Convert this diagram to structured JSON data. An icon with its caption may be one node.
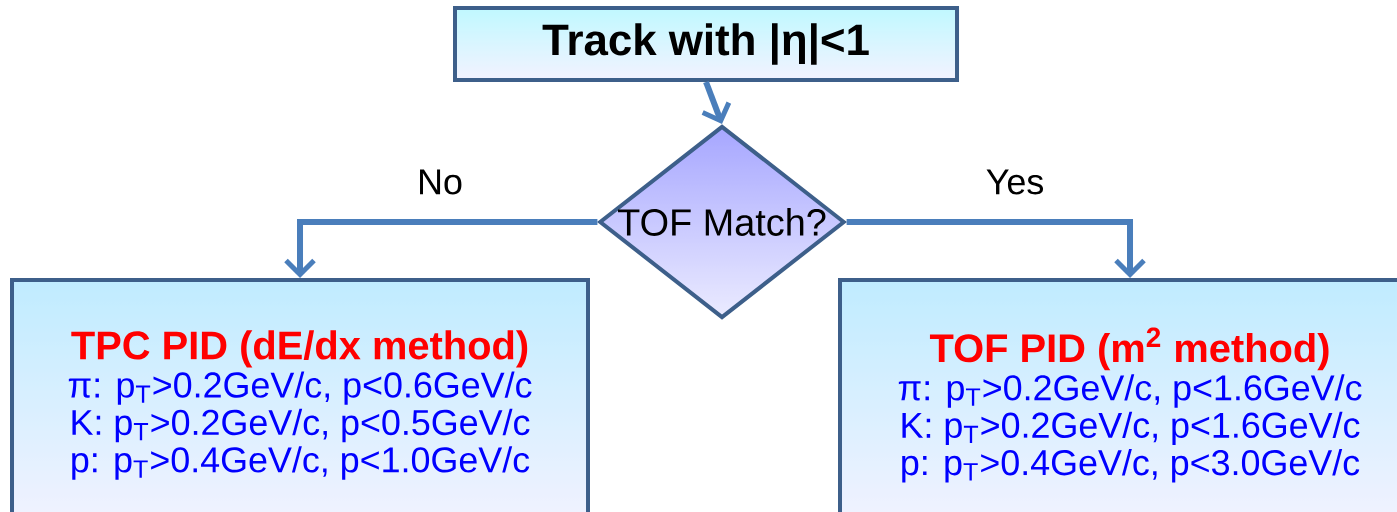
{
  "diagram": {
    "nodes": [
      {
        "text": [
          "Track with |η|<1"
        ]
      },
      {
        "text": [
          "TOF Match?"
        ]
      },
      {
        "text": [
          "TPC PID (dE/dx method)",
          "π: p$_{T}$>0.2GeV/c, p<0.6GeV/c",
          "K: p$_{T}$>0.2GeV/c, p<0.5GeV/c",
          "p: p$_{T}$>0.4GeV/c, p<1.0GeV/c"
        ]
      },
      {
        "text": [
          "TOF PID (m$^{2}$ method)",
          "π: p$_{T}$>0.2GeV/c, p<1.6GeV/c",
          "K: p$_{T}$>0.2GeV/c, p<1.6GeV/c",
          "p: p$_{T}$>0.4GeV/c, p<3.0GeV/c"
        ]
      }
    ],
    "edges": [
      {
        "from": 0,
        "to": 1,
        "arrow": "to"
      },
      {
        "from": 1,
        "to": 2,
        "label": "No",
        "arrow": "to"
      },
      {
        "from": 1,
        "to": 3,
        "label": "Yes",
        "arrow": "to"
      }
    ]
  }
}
